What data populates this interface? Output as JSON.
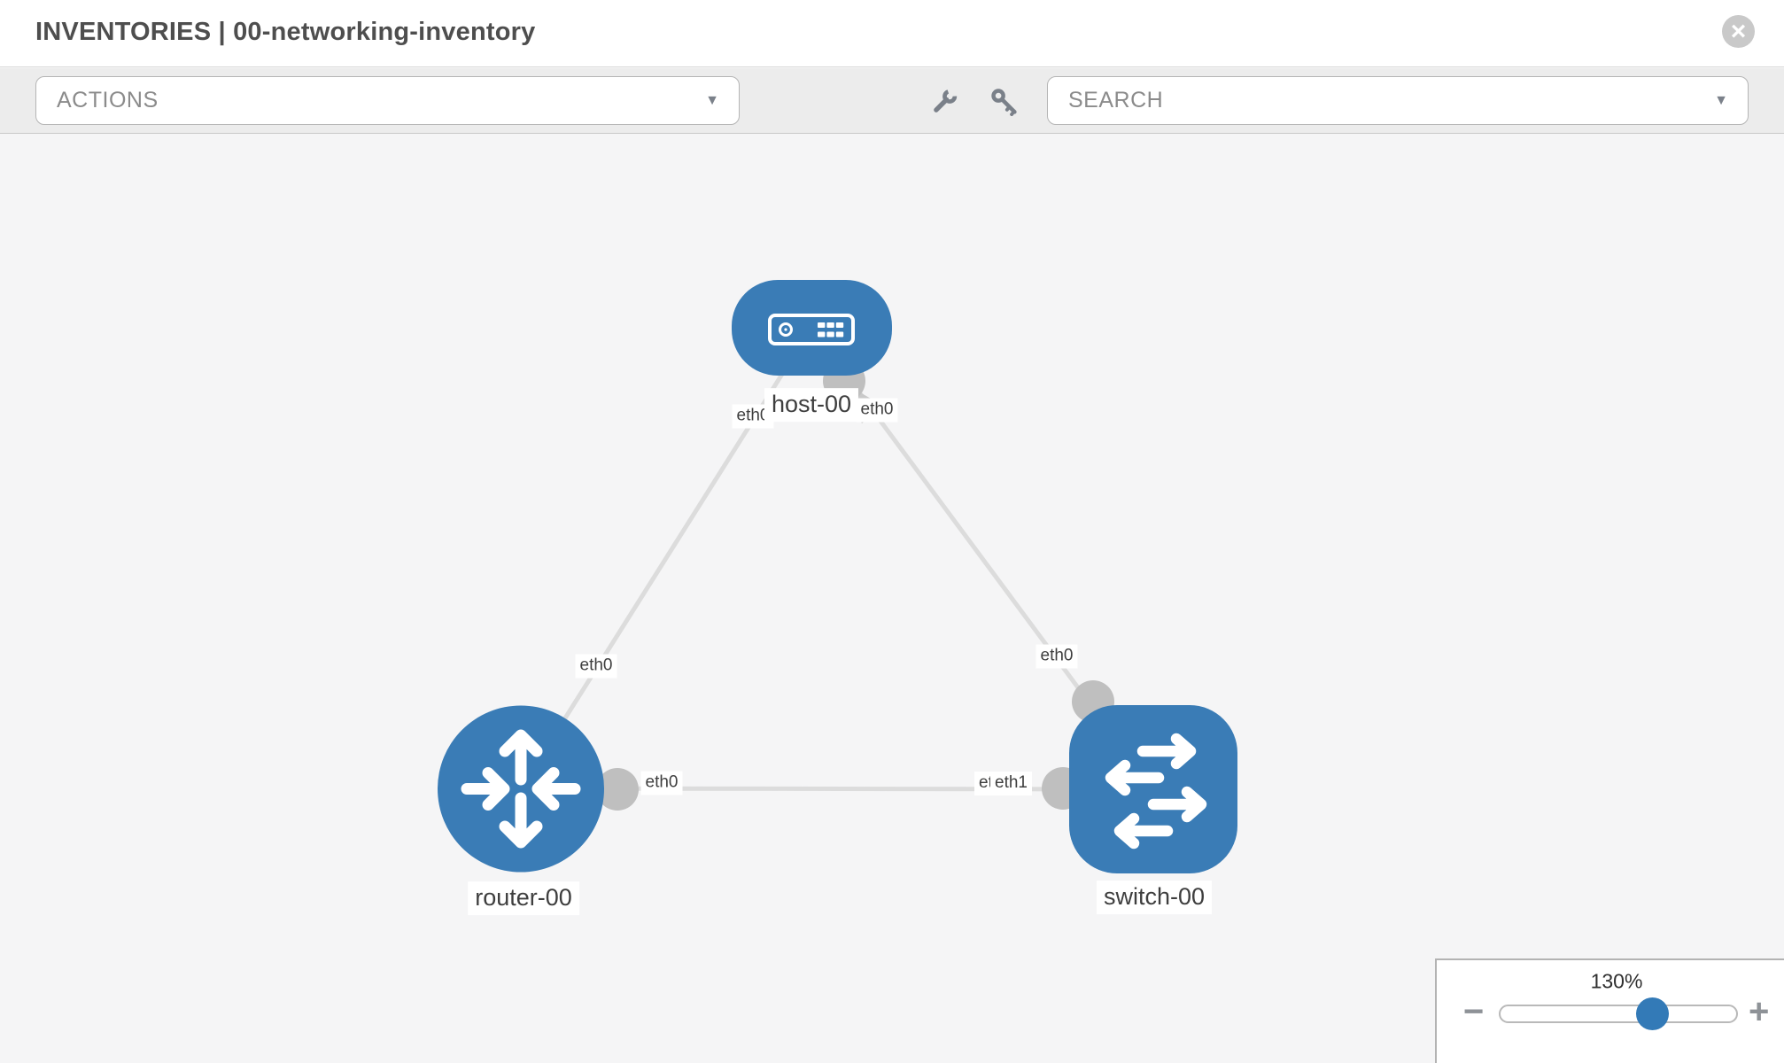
{
  "header": {
    "title": "INVENTORIES | 00-networking-inventory"
  },
  "toolbar": {
    "actions_label": "ACTIONS",
    "search_placeholder": "SEARCH",
    "icons": [
      "wrench-icon",
      "key-icon"
    ]
  },
  "icons": {
    "close": "×",
    "caret_down": "▼",
    "minus": "−",
    "plus": "+"
  },
  "canvas": {
    "nodes": [
      {
        "id": "host-00",
        "type": "host",
        "label": "host-00"
      },
      {
        "id": "router-00",
        "type": "router",
        "label": "router-00"
      },
      {
        "id": "switch-00",
        "type": "switch",
        "label": "switch-00"
      }
    ],
    "links": [
      {
        "source": "host-00",
        "target": "router-00",
        "source_interface": "eth0",
        "target_interface": "eth0"
      },
      {
        "source": "host-00",
        "target": "switch-00",
        "source_interface": "eth0",
        "target_interface": "eth0"
      },
      {
        "source": "router-00",
        "target": "switch-00",
        "source_interface": "eth0",
        "target_interface": "eth1"
      }
    ],
    "interface_labels": {
      "host_left": "eth0",
      "host_right": "eth0",
      "router_top": "eth0",
      "mid_left": "eth0",
      "mid_back": "eth1",
      "mid_front": "eth1",
      "switch_top": "eth0"
    }
  },
  "zoom_control": {
    "level": "130%",
    "slider_percent": 64
  },
  "colors": {
    "node_blue": "#3a7cb6",
    "thumb_blue": "#337ab7",
    "link_gray": "#dcdcdc",
    "dot_gray": "#bfbfbf",
    "toolbar_bg": "#ececec",
    "canvas_bg": "#f5f5f6",
    "icon_slate": "#7a8089"
  }
}
